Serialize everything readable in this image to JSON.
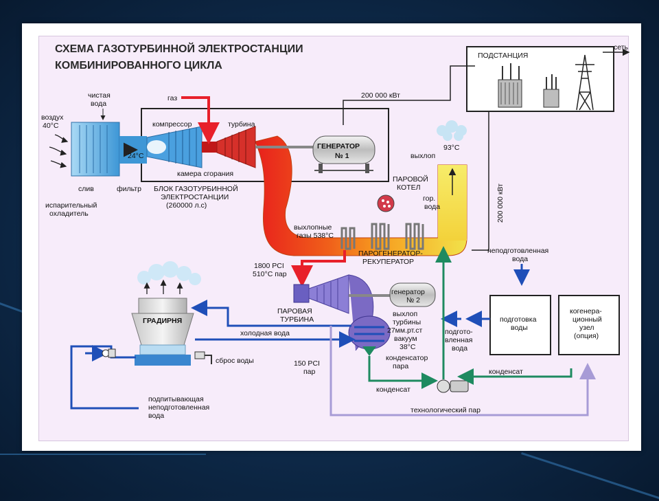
{
  "title": {
    "line1": "СХЕМА ГАЗОТУРБИННОЙ ЭЛЕКТРОСТАНЦИИ",
    "line2": "КОМБИНИРОВАННОГО ЦИКЛА"
  },
  "labels": {
    "clean_water_1": "чистая",
    "clean_water_2": "вода",
    "air": "воздух",
    "air_temp": "40°С",
    "gas": "газ",
    "compressor": "компрессор",
    "turbine": "турбина",
    "inlet_temp": "24°С",
    "combustion_chamber": "камера сгорания",
    "drain": "слив",
    "filter": "фильтр",
    "evap_cooler_1": "испарительный",
    "evap_cooler_2": "охладитель",
    "gt_block_1": "БЛОК ГАЗОТУРБИННОЙ",
    "gt_block_2": "ЭЛЕКТРОСТАНЦИИ",
    "gt_block_3": "(260000 л.с)",
    "generator1_1": "ГЕНЕРАТОР",
    "generator1_2": "№ 1",
    "power_top": "200 000 кВт",
    "substation": "ПОДСТАНЦИЯ",
    "grid": "сеть",
    "exhaust": "выхлоп",
    "exhaust_temp": "93°С",
    "steam_boiler_1": "ПАРОВОЙ",
    "steam_boiler_2": "КОТЕЛ",
    "hot_water_1": "гор.",
    "hot_water_2": "вода",
    "exhaust_gases_1": "выхлопные",
    "exhaust_gases_2": "газы 538°С",
    "hrsg_1": "ПАРОГЕНЕРАТОР-",
    "hrsg_2": "РЕКУПЕРАТОР",
    "power_side": "200 000 кВт",
    "untreated_water_1": "неподготовленная",
    "untreated_water_2": "вода",
    "steam_1800": "1800 PCI",
    "steam_510": "510°С пар",
    "steam_turbine_1": "ПАРОВАЯ",
    "steam_turbine_2": "ТУРБИНА",
    "generator2_1": "генератор",
    "generator2_2": "№ 2",
    "cooling_tower": "ГРАДИРНЯ",
    "cold_water": "холодная вода",
    "turbine_exhaust_1": "выхлоп",
    "turbine_exhaust_2": "турбины",
    "turbine_exhaust_3": "27мм.рт.ст",
    "turbine_exhaust_4": "вакуум",
    "turbine_exhaust_5": "38°С",
    "treated_water_1": "подгото-",
    "treated_water_2": "вленная",
    "treated_water_3": "вода",
    "water_treatment_1": "подготовка",
    "water_treatment_2": "воды",
    "cogen_1": "когенера-",
    "cogen_2": "ционный",
    "cogen_3": "узел",
    "cogen_4": "(опция)",
    "water_discharge": "сброс воды",
    "steam_150_1": "150 PCI",
    "steam_150_2": "пар",
    "condenser_1": "конденсатор",
    "condenser_2": "пара",
    "condensate_right": "конденсат",
    "condensate_bottom": "конденсат",
    "process_steam": "технологический пар",
    "makeup_1": "подпитывающая",
    "makeup_2": "неподготовленная",
    "makeup_3": "вода"
  },
  "colors": {
    "electric": "#222222",
    "gas": "#e8202a",
    "exhaust_hot": "#e83a1e",
    "exhaust_warm": "#f7a020",
    "exhaust_cool": "#f4e040",
    "water_blue": "#1f4fb8",
    "steam_green": "#1e8a60",
    "process_purple": "#a79bd6",
    "turbine_steam": "#7b6ac4",
    "air_intake": "#5db7e8"
  },
  "icons": {
    "transformer": "transformer-icon",
    "pylon": "power-pylon-icon",
    "pump": "pump-icon",
    "valve": "valve-icon"
  }
}
